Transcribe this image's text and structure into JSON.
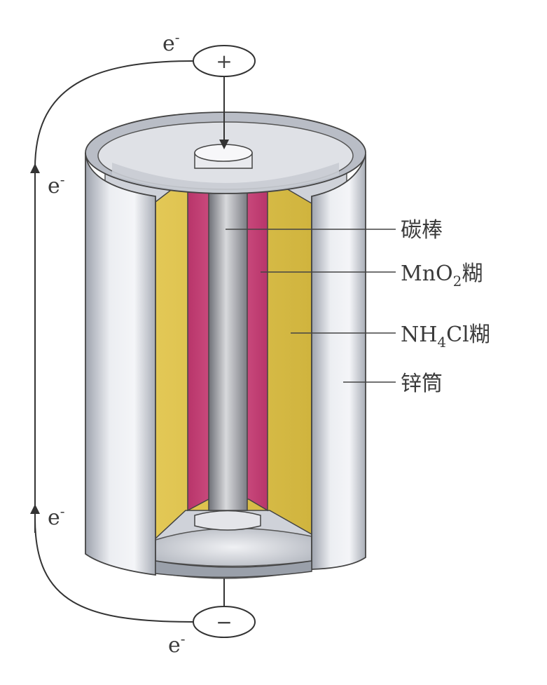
{
  "labels": {
    "carbon_rod": "碳棒",
    "mno2_paste_prefix": "MnO",
    "mno2_paste_sub": "2",
    "mno2_paste_suffix": "糊",
    "nh4cl_paste_prefix": "NH",
    "nh4cl_paste_sub": "4",
    "nh4cl_paste_suffix": "Cl糊",
    "zinc_can": "锌筒"
  },
  "terminals": {
    "positive": "+",
    "negative": "−"
  },
  "electron": {
    "base": "e",
    "charge": "-"
  },
  "colors": {
    "outer_paste": "#dcc04a",
    "inner_paste": "#c8457a",
    "zinc_can": "#c9cdd6",
    "carbon_rod": "#a8aab0",
    "line": "#333333"
  }
}
